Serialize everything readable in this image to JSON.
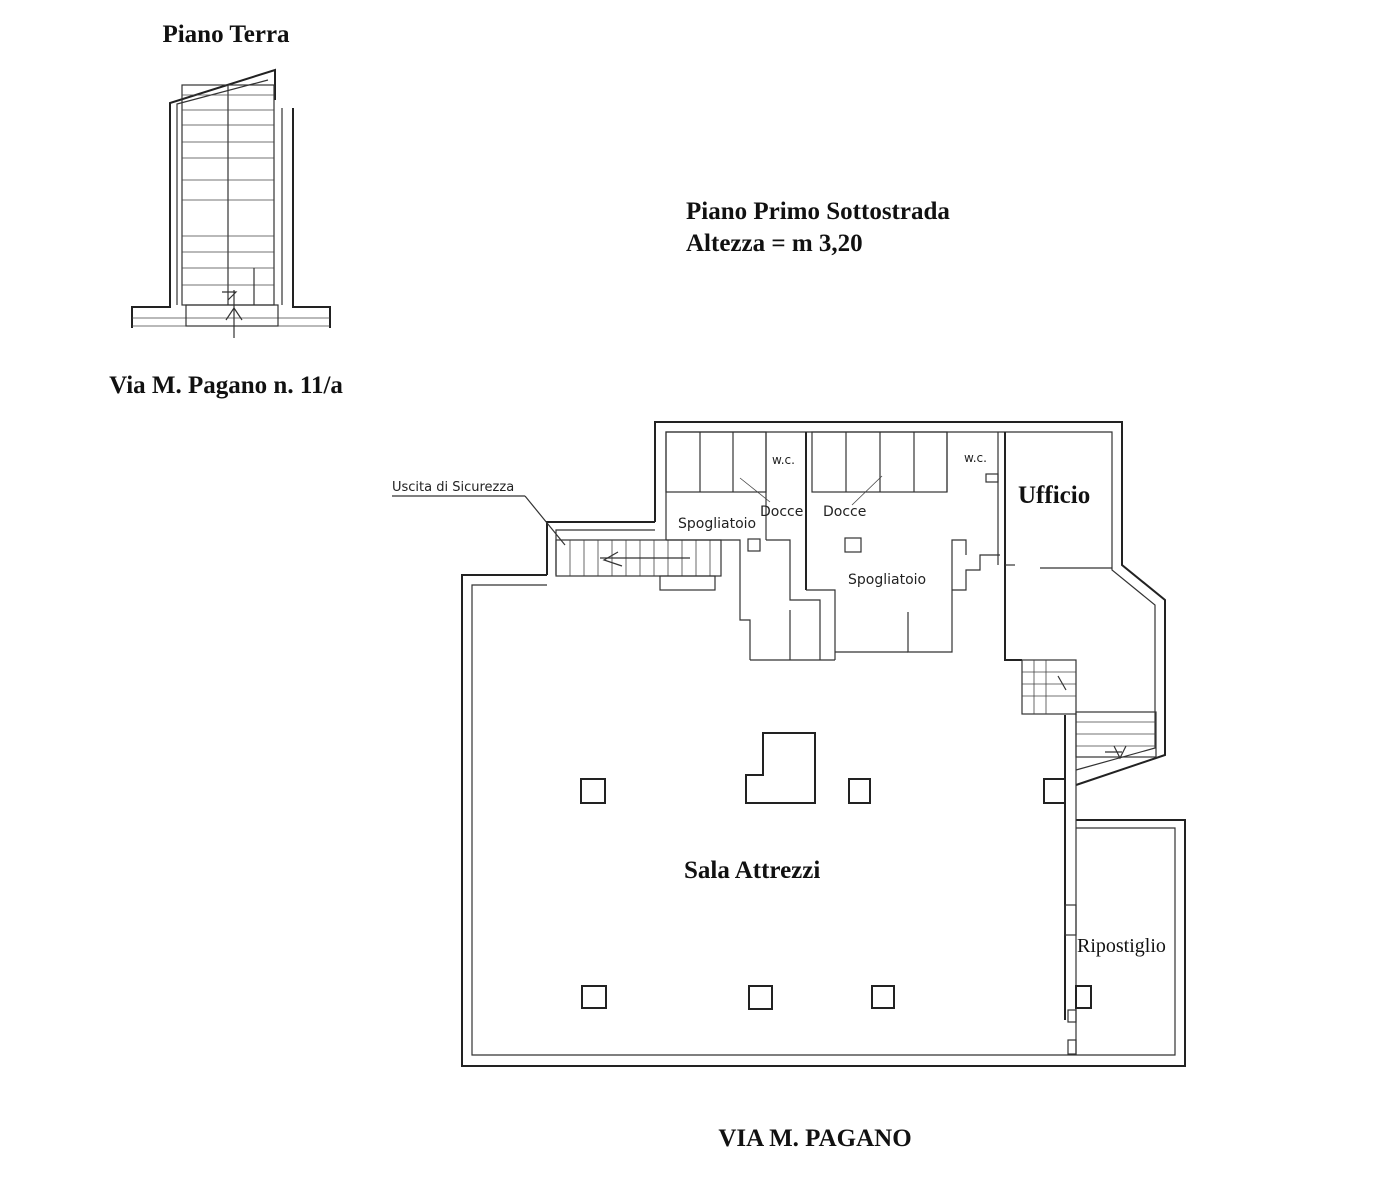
{
  "titles": {
    "ground_floor": "Piano Terra",
    "ground_address": "Via M. Pagano n. 11/a",
    "basement_title": "Piano Primo Sottostrada",
    "basement_height": "Altezza = m  3,20",
    "street": "VIA  M. PAGANO"
  },
  "rooms": {
    "emergency_exit": "Uscita di Sicurezza",
    "wc_left": "w.c.",
    "wc_right": "w.c.",
    "showers_left": "Docce",
    "showers_right": "Docce",
    "locker_left": "Spogliatoio",
    "locker_right": "Spogliatoio",
    "office": "Ufficio",
    "gym_hall": "Sala  Attrezzi",
    "storage": "Ripostiglio"
  }
}
